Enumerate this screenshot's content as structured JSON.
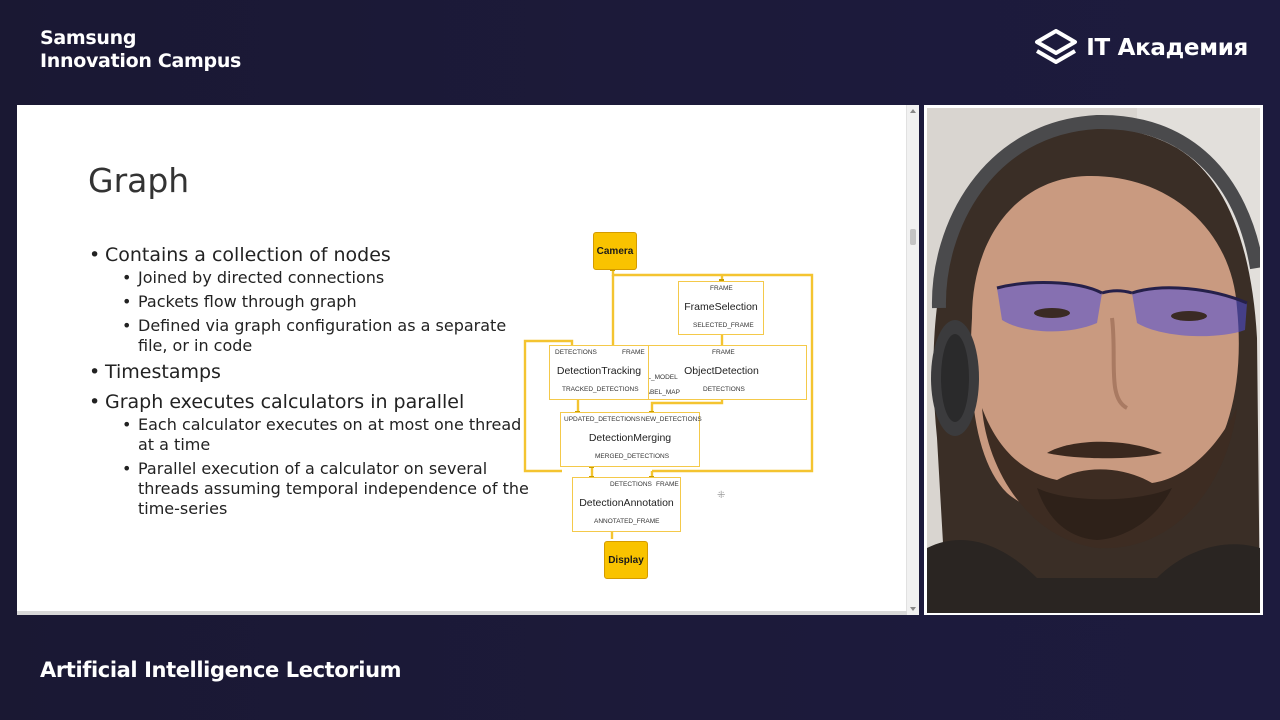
{
  "header": {
    "brand_line1": "Samsung",
    "brand_line2": "Innovation Campus",
    "logo_text": "IT Академия"
  },
  "footer": {
    "title": "Artificial Intelligence Lectorium"
  },
  "slide": {
    "title": "Graph",
    "bullets": [
      {
        "text": "Contains a collection of nodes",
        "level": 1
      },
      {
        "text": "Joined by directed connections",
        "level": 2
      },
      {
        "text": "Packets flow through graph",
        "level": 2
      },
      {
        "text": "Defined via graph configuration as a separate file, or in code",
        "level": 2
      },
      {
        "text": "Timestamps",
        "level": 1
      },
      {
        "text": "Graph executes calculators in parallel",
        "level": 1
      },
      {
        "text": "Each calculator executes on at most one thread at a time",
        "level": 2
      },
      {
        "text": "Parallel execution of a calculator on several threads assuming temporal independence of the time-series",
        "level": 2
      }
    ]
  },
  "diagram": {
    "camera": "Camera",
    "display": "Display",
    "frame_selection": {
      "label": "FrameSelection",
      "in": "FRAME",
      "out": "SELECTED_FRAME"
    },
    "object_detection": {
      "label": "ObjectDetection",
      "in": "FRAME",
      "in_ml": "ML_MODEL",
      "in_label": "LABEL_MAP",
      "out": "DETECTIONS"
    },
    "detection_tracking": {
      "label": "DetectionTracking",
      "in1": "DETECTIONS",
      "in2": "FRAME",
      "out": "TRACKED_DETECTIONS"
    },
    "detection_merging": {
      "label": "DetectionMerging",
      "in1": "UPDATED_DETECTIONS",
      "in2": "NEW_DETECTIONS",
      "out": "MERGED_DETECTIONS"
    },
    "detection_annotation": {
      "label": "DetectionAnnotation",
      "in1": "DETECTIONS",
      "in2": "FRAME",
      "out": "ANNOTATED_FRAME"
    }
  },
  "colors": {
    "background": "#1b1937",
    "node_fill": "#f9c300",
    "edge": "#f4c430"
  }
}
